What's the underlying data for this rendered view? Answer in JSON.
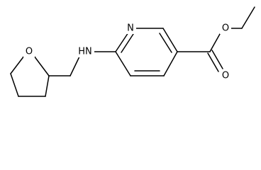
{
  "molecule": {
    "atom_labels": {
      "nitrogen_ring": "N",
      "oxygen_ester_single": "O",
      "oxygen_carbonyl": "O",
      "amine": "HN",
      "oxygen_thf": "O"
    },
    "colors": {
      "bond": "#000000",
      "label": "#000000",
      "background": "#ffffff"
    }
  }
}
